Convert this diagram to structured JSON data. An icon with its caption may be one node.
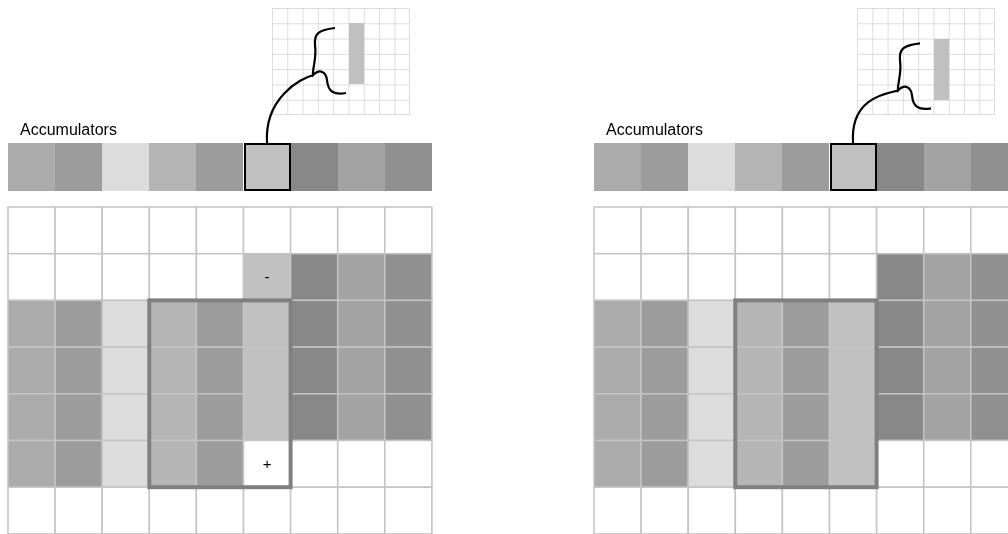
{
  "diagram": {
    "nodes": [
      {
        "text": [
          "Accumulators"
        ]
      },
      {
        "text": [],
        "shape": "box",
        "in": 0
      },
      {
        "text": [],
        "shape": "box"
      },
      {
        "text": [],
        "shape": "bar",
        "in": 2
      },
      {
        "text": [
          "Accumulators"
        ]
      },
      {
        "text": [],
        "shape": "box",
        "in": 4
      },
      {
        "text": [],
        "shape": "box"
      },
      {
        "text": [],
        "shape": "bar",
        "in": 6
      }
    ],
    "edges": [
      {
        "from": 1,
        "to": 3,
        "arrow": "none"
      },
      {
        "from": 5,
        "to": 7,
        "arrow": "none"
      }
    ],
    "labels": [
      "-",
      "+"
    ]
  }
}
